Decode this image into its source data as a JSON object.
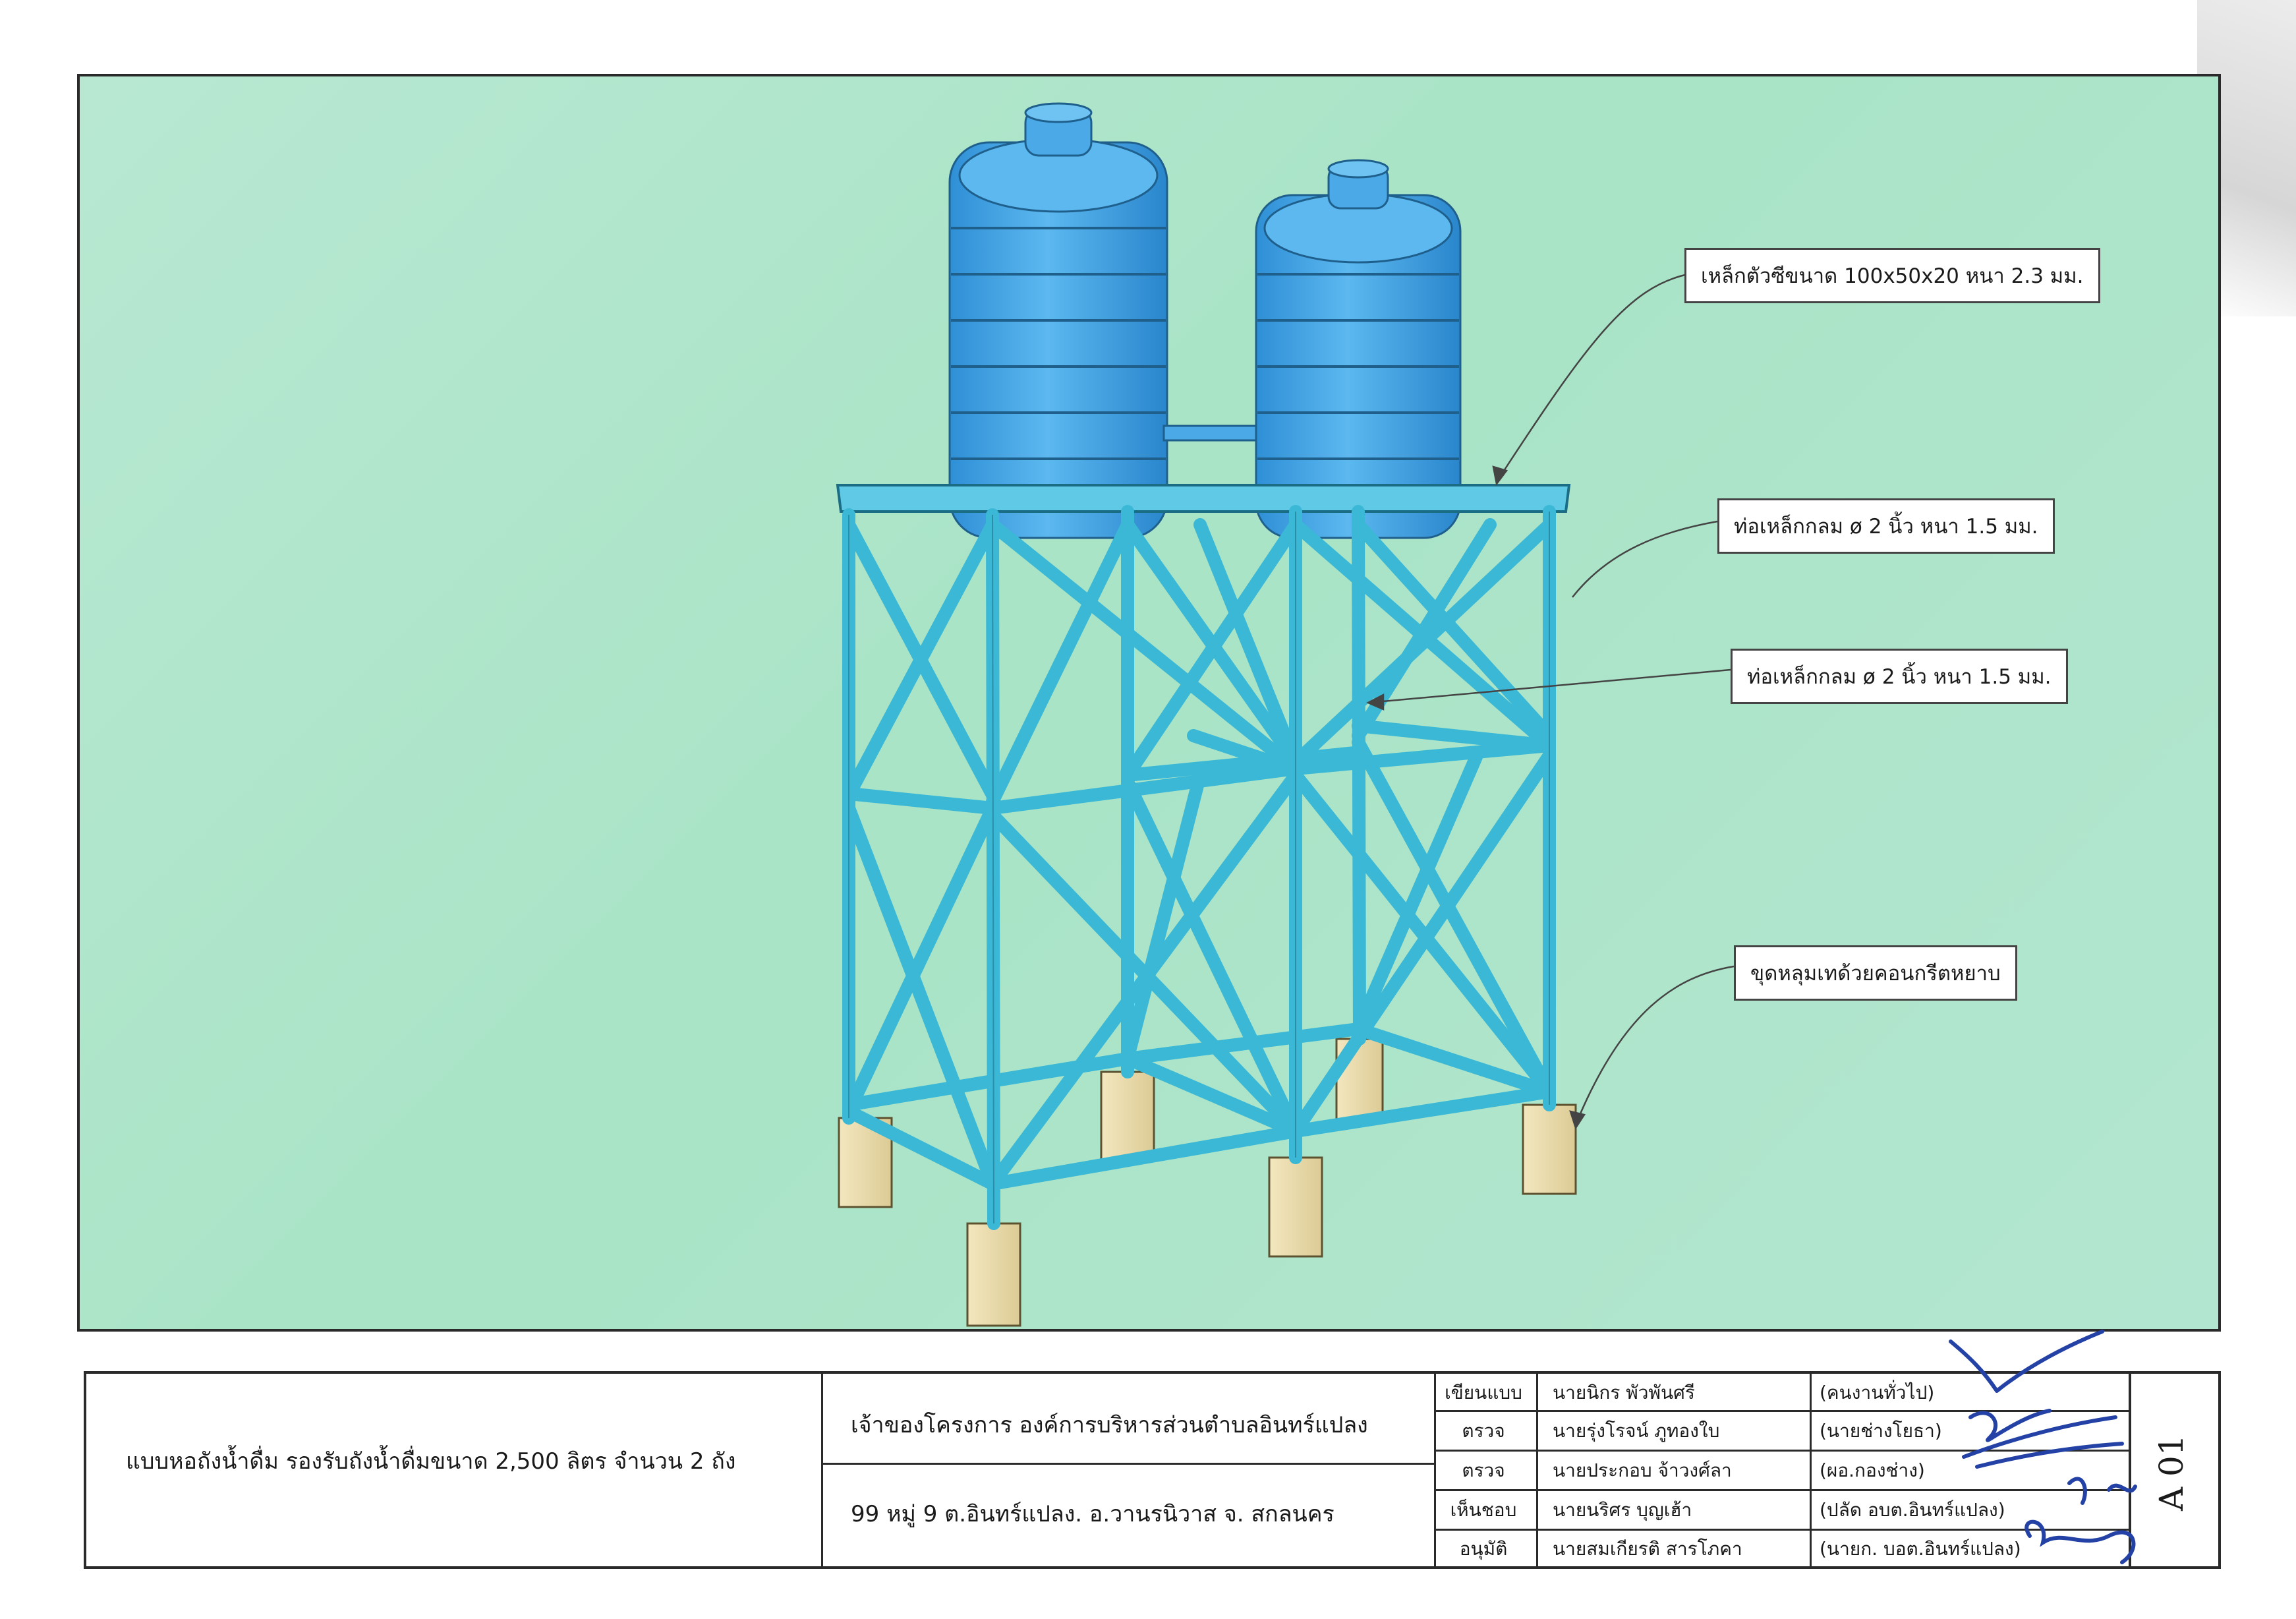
{
  "callouts": {
    "steel_c_channel": "เหล็กตัวซีขนาด 100x50x20 หนา 2.3 มม.",
    "round_pipe_top": "ท่อเหล็กกลม ø 2 นิ้ว หนา 1.5 มม.",
    "round_pipe_mid": "ท่อเหล็กกลม ø 2 นิ้ว หนา 1.5 มม.",
    "footing": "ขุดหลุมเทด้วยคอนกรีตหยาบ"
  },
  "title_block": {
    "drawing_title": "แบบหอถังน้ำดื่ม รองรับถังน้ำดื่มขนาด 2,500 ลิตร จำนวน 2 ถัง",
    "project_owner": "เจ้าของโครงการ องค์การบริหารส่วนตำบลอินทร์แปลง",
    "address": "99 หมู่  9   ต.อินทร์แปลง. อ.วานรนิวาส  จ. สกลนคร",
    "signatories": [
      {
        "role": "เขียนแบบ",
        "name": "นายนิกร  พัวพันศรี",
        "position": "(คนงานทั่วไป)"
      },
      {
        "role": "ตรวจ",
        "name": "นายรุ่งโรจน์  ภูทองใบ",
        "position": "(นายช่างโยธา)"
      },
      {
        "role": "ตรวจ",
        "name": "นายประกอบ  จ้าวงศ์ลา",
        "position": "(ผอ.กองช่าง)"
      },
      {
        "role": "เห็นชอบ",
        "name": "นายนริศร  บุญเฮ้า",
        "position": "(ปลัด  อบต.อินทร์แปลง)"
      },
      {
        "role": "อนุมัติ",
        "name": "นายสมเกียรติ  สารโภคา",
        "position": "(นายก. บอต.อินทร์แปลง)"
      }
    ],
    "sheet_number": "A 01"
  },
  "colors": {
    "background": "#b3e6d0",
    "frame": "#3bb8d6",
    "tank": "#3ea3e0",
    "footing": "#ecdcae",
    "signature_ink": "#2442a6"
  }
}
